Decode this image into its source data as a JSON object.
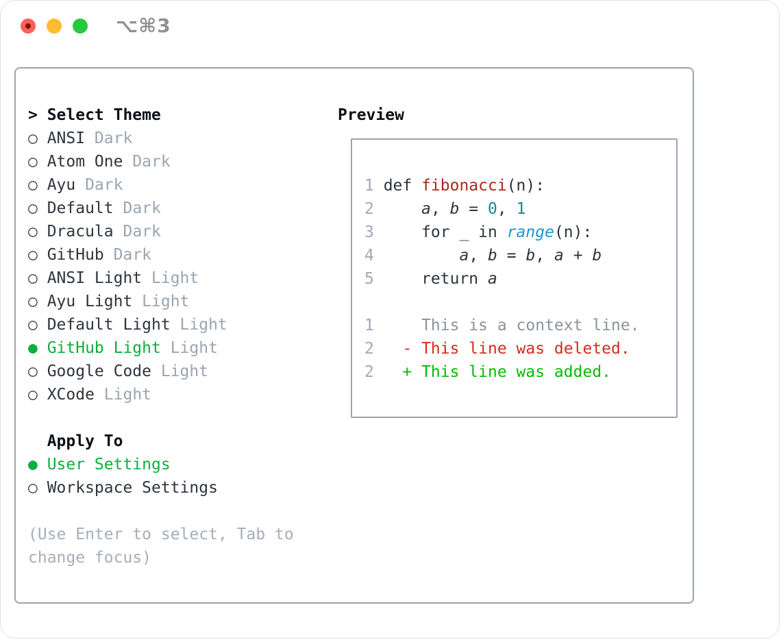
{
  "window": {
    "title": "⌥⌘3",
    "traffic_lights": [
      {
        "name": "close",
        "color": "#ff5f57"
      },
      {
        "name": "minimize",
        "color": "#febc2e"
      },
      {
        "name": "zoom",
        "color": "#28c840"
      }
    ]
  },
  "icons": {
    "radio_unselected": "○",
    "radio_selected": "●",
    "focus_prefix": ">"
  },
  "colors": {
    "selection_green": "#0fae3f",
    "added_green": "#04bc04",
    "deleted_red": "#d52b1c",
    "function_red": "#aa281c",
    "number_teal": "#0f8b8d",
    "builtin_blue": "#2095d2",
    "muted_gray": "#9aa5b1",
    "border_gray": "#9aa4af"
  },
  "theme_picker": {
    "header": "Select Theme",
    "items": [
      {
        "name": "ANSI",
        "variant": "Dark"
      },
      {
        "name": "Atom One",
        "variant": "Dark"
      },
      {
        "name": "Ayu",
        "variant": "Dark"
      },
      {
        "name": "Default",
        "variant": "Dark"
      },
      {
        "name": "Dracula",
        "variant": "Dark"
      },
      {
        "name": "GitHub",
        "variant": "Dark"
      },
      {
        "name": "ANSI Light",
        "variant": "Light"
      },
      {
        "name": "Ayu Light",
        "variant": "Light"
      },
      {
        "name": "Default Light",
        "variant": "Light"
      },
      {
        "name": "GitHub Light",
        "variant": "Light",
        "selected": true
      },
      {
        "name": "Google Code",
        "variant": "Light"
      },
      {
        "name": "XCode",
        "variant": "Light"
      }
    ],
    "apply_to": {
      "header": "Apply To",
      "options": [
        {
          "name": "User Settings",
          "selected": true
        },
        {
          "name": "Workspace Settings",
          "selected": false
        }
      ]
    },
    "help_line1": "(Use Enter to select, Tab to",
    "help_line2": "change focus)"
  },
  "preview": {
    "header": "Preview",
    "lines": [
      {
        "n": "1",
        "t": [
          "def ",
          "fibonacci",
          "(n):"
        ]
      },
      {
        "n": "2",
        "t": [
          "    ",
          "a",
          ", ",
          "b",
          " = ",
          "0",
          ", ",
          "1"
        ]
      },
      {
        "n": "3",
        "t": [
          "    for _ in ",
          "range",
          "(n):"
        ]
      },
      {
        "n": "4",
        "t": [
          "        ",
          "a",
          ", ",
          "b",
          " = ",
          "b",
          ", ",
          "a",
          " + ",
          "b"
        ]
      },
      {
        "n": "5",
        "t": [
          "    return ",
          "a"
        ]
      },
      {
        "n": "1",
        "t": [
          "    This is a context line."
        ]
      },
      {
        "n": "2",
        "t": [
          "  - This line was deleted."
        ]
      },
      {
        "n": "2",
        "t": [
          "  + This line was added."
        ]
      }
    ]
  }
}
